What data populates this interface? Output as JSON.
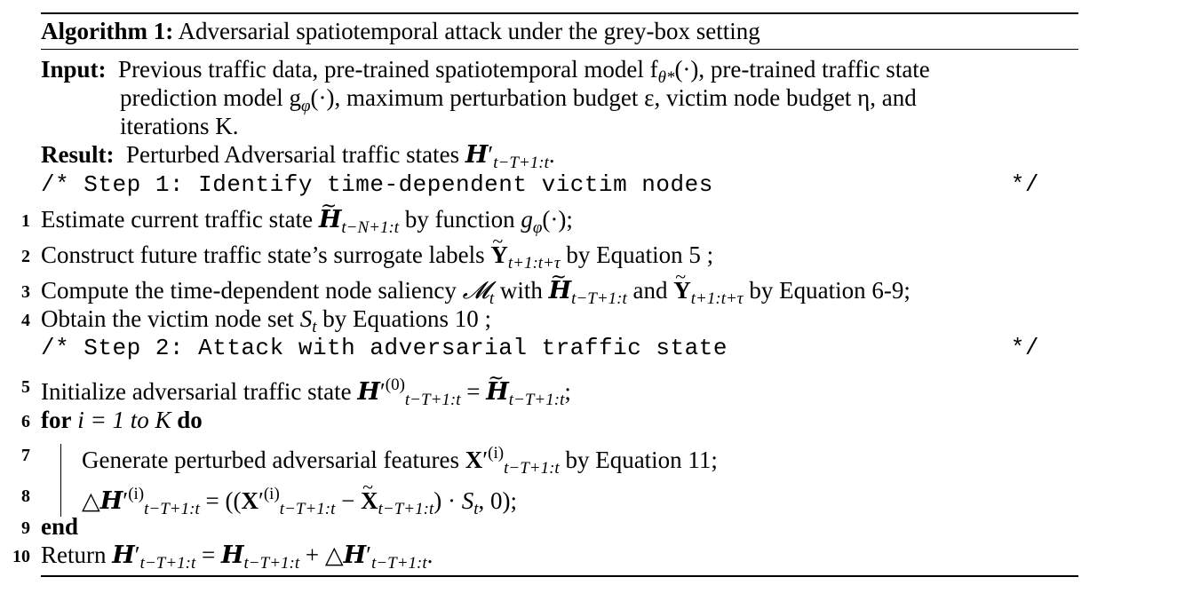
{
  "algorithm": {
    "header_label": "Algorithm 1:",
    "title": "Adversarial spatiotemporal attack under the grey-box setting",
    "input_label": "Input:",
    "input_line1": "Previous traffic data, pre-trained spatiotemporal model f",
    "input_line1_b": ", pre-trained traffic state",
    "input_line2": "prediction model g",
    "input_line2_b": ", maximum perturbation budget ε, victim node budget η, and",
    "input_line3": "iterations K.",
    "result_label": "Result:",
    "result_text": "Perturbed Adversarial traffic states",
    "comment1": "/* Step 1:  Identify time-dependent victim nodes",
    "comment2": "/* Step 2:  Attack with adversarial traffic state",
    "comment_end": "*/",
    "steps": [
      {
        "num": "1",
        "a": "Estimate current traffic state ",
        "b": " by function "
      },
      {
        "num": "2",
        "a": "Construct future traffic state’s surrogate labels ",
        "b": " by Equation 5 ;"
      },
      {
        "num": "3",
        "a": "Compute the time-dependent node saliency ",
        "b": " with ",
        "c": " and ",
        "d": " by Equation 6-9;"
      },
      {
        "num": "4",
        "a": "Obtain the victim node set ",
        "b": " by Equations 10 ;"
      },
      {
        "num": "5",
        "a": "Initialize adversarial traffic state "
      },
      {
        "num": "6",
        "for_kw": "for",
        "cond": "i = 1 to K",
        "do_kw": "do"
      },
      {
        "num": "7",
        "a": "Generate perturbed adversarial features ",
        "b": " by Equation 11;"
      },
      {
        "num": "8"
      },
      {
        "num": "9",
        "end_kw": "end"
      },
      {
        "num": "10",
        "a": "Return "
      }
    ]
  }
}
